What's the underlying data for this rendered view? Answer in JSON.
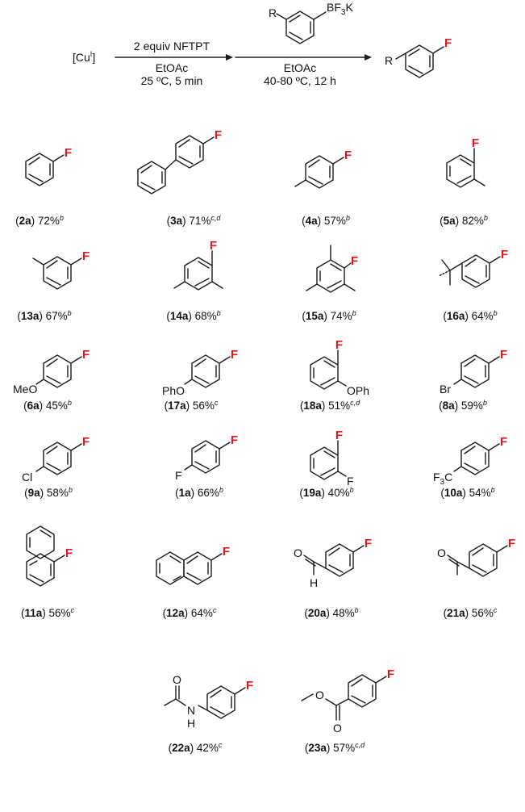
{
  "scheme": {
    "reagent_left": "[Cu",
    "reagent_left_sup": "I",
    "reagent_left_close": "]",
    "step1_above": "2 equiv NFTPT",
    "step1_below_1": "EtOAc",
    "step1_below_2": "25 ºC, 5 min",
    "step2_substrate_R": "R",
    "step2_substrate_group": "BF",
    "step2_substrate_group_sub": "3",
    "step2_substrate_group_tail": "K",
    "step2_below_1": "EtOAc",
    "step2_below_2": "40-80 ºC, 12 h",
    "product_R": "R",
    "product_F": "F"
  },
  "products": [
    {
      "id": "2a",
      "yield": "72%",
      "note": "b"
    },
    {
      "id": "3a",
      "yield": "71%",
      "note": "c,d"
    },
    {
      "id": "4a",
      "yield": "57%",
      "note": "b"
    },
    {
      "id": "5a",
      "yield": "82%",
      "note": "b"
    },
    {
      "id": "13a",
      "yield": "67%",
      "note": "b"
    },
    {
      "id": "14a",
      "yield": "68%",
      "note": "b"
    },
    {
      "id": "15a",
      "yield": "74%",
      "note": "b"
    },
    {
      "id": "16a",
      "yield": "64%",
      "note": "b"
    },
    {
      "id": "6a",
      "yield": "45%",
      "note": "b"
    },
    {
      "id": "17a",
      "yield": "56%",
      "note": "c"
    },
    {
      "id": "18a",
      "yield": "51%",
      "note": "c,d"
    },
    {
      "id": "8a",
      "yield": "59%",
      "note": "b"
    },
    {
      "id": "9a",
      "yield": "58%",
      "note": "b"
    },
    {
      "id": "1a",
      "yield": "66%",
      "note": "b"
    },
    {
      "id": "19a",
      "yield": "40%",
      "note": "b"
    },
    {
      "id": "10a",
      "yield": "54%",
      "note": "b"
    },
    {
      "id": "11a",
      "yield": "56%",
      "note": "c"
    },
    {
      "id": "12a",
      "yield": "64%",
      "note": "c"
    },
    {
      "id": "20a",
      "yield": "48%",
      "note": "b"
    },
    {
      "id": "21a",
      "yield": "56%",
      "note": "c"
    },
    {
      "id": "22a",
      "yield": "42%",
      "note": "c"
    },
    {
      "id": "23a",
      "yield": "57%",
      "note": "c,d"
    }
  ],
  "atom_labels": {
    "F": "F",
    "MeO": "MeO",
    "PhO": "PhO",
    "OPh": "OPh",
    "Br": "Br",
    "Cl": "Cl",
    "F3C": "F",
    "F3C_sub": "3",
    "F3C_tail": "C",
    "O": "O",
    "H": "H",
    "N": "N"
  },
  "colors": {
    "fluorine": "#e8141b",
    "bond": "#1a1a1a"
  }
}
